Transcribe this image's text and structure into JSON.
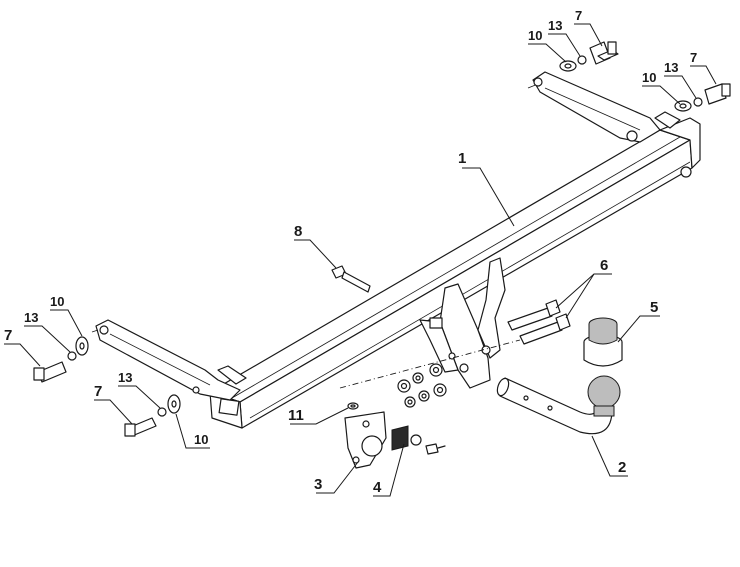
{
  "callouts": [
    {
      "id": "c1",
      "text": "1"
    },
    {
      "id": "c2",
      "text": "2"
    },
    {
      "id": "c3",
      "text": "3"
    },
    {
      "id": "c4",
      "text": "4"
    },
    {
      "id": "c5",
      "text": "5"
    },
    {
      "id": "c6",
      "text": "6"
    },
    {
      "id": "c7a",
      "text": "7"
    },
    {
      "id": "c7b",
      "text": "7"
    },
    {
      "id": "c7c",
      "text": "7"
    },
    {
      "id": "c7d",
      "text": "7"
    },
    {
      "id": "c8",
      "text": "8"
    },
    {
      "id": "c10a",
      "text": "10"
    },
    {
      "id": "c10b",
      "text": "10"
    },
    {
      "id": "c10c",
      "text": "10"
    },
    {
      "id": "c10d",
      "text": "10"
    },
    {
      "id": "c11",
      "text": "11"
    },
    {
      "id": "c13a",
      "text": "13"
    },
    {
      "id": "c13b",
      "text": "13"
    },
    {
      "id": "c13c",
      "text": "13"
    },
    {
      "id": "c13d",
      "text": "13"
    }
  ]
}
